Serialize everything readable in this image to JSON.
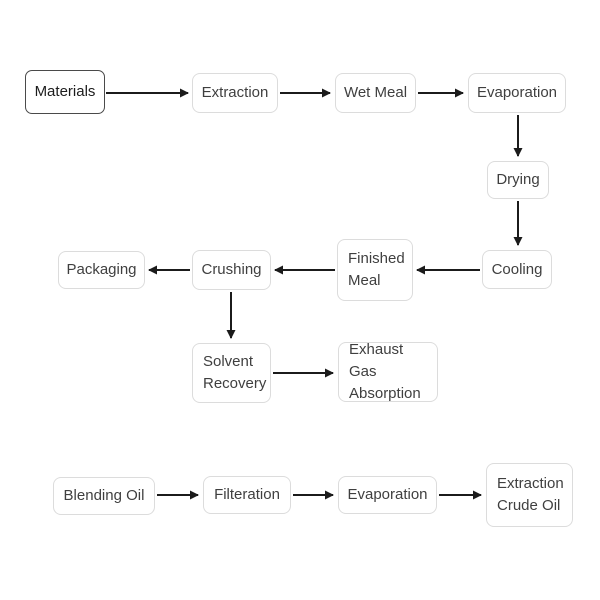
{
  "diagram": {
    "type": "flowchart",
    "background_color": "#ffffff",
    "node_border_color": "#dcdcdc",
    "start_node_border_color": "#4a4a4a",
    "text_color": "#3f3f3f",
    "arrow_color": "#1b1b1b",
    "nodes": {
      "materials": {
        "label": "Materials"
      },
      "extraction": {
        "label": "Extraction"
      },
      "wet_meal": {
        "label": "Wet Meal"
      },
      "evaporation": {
        "label": "Evaporation"
      },
      "drying": {
        "label": "Drying"
      },
      "cooling": {
        "label": "Cooling"
      },
      "finished_meal": {
        "label": "Finished Meal"
      },
      "crushing": {
        "label": "Crushing"
      },
      "packaging": {
        "label": "Packaging"
      },
      "solvent_recovery": {
        "label": "Solvent Recovery"
      },
      "exhaust_gas_absorption": {
        "label": "Exhaust Gas Absorption"
      },
      "blending_oil": {
        "label": "Blending Oil"
      },
      "filteration": {
        "label": "Filteration"
      },
      "evaporation_oil": {
        "label": "Evaporation"
      },
      "extraction_crude_oil": {
        "label": "Extraction Crude Oil"
      }
    },
    "edges": [
      {
        "from": "materials",
        "to": "extraction"
      },
      {
        "from": "extraction",
        "to": "wet_meal"
      },
      {
        "from": "wet_meal",
        "to": "evaporation"
      },
      {
        "from": "evaporation",
        "to": "drying"
      },
      {
        "from": "drying",
        "to": "cooling"
      },
      {
        "from": "cooling",
        "to": "finished_meal"
      },
      {
        "from": "finished_meal",
        "to": "crushing"
      },
      {
        "from": "crushing",
        "to": "packaging"
      },
      {
        "from": "crushing",
        "to": "solvent_recovery"
      },
      {
        "from": "solvent_recovery",
        "to": "exhaust_gas_absorption"
      },
      {
        "from": "blending_oil",
        "to": "filteration"
      },
      {
        "from": "filteration",
        "to": "evaporation_oil"
      },
      {
        "from": "evaporation_oil",
        "to": "extraction_crude_oil"
      }
    ]
  }
}
